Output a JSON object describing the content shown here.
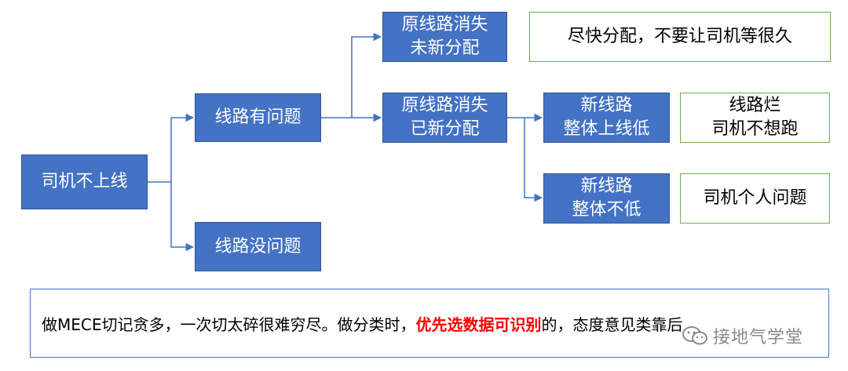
{
  "nodes": {
    "root": "司机不上线",
    "route_problem": "线路有问题",
    "route_ok": "线路没问题",
    "lost_unassigned": "原线路消失\n未新分配",
    "lost_reassigned": "原线路消失\n已新分配",
    "new_low": "新线路\n整体上线低",
    "new_not_low": "新线路\n整体不低"
  },
  "notes": {
    "assign_fast": "尽快分配，不要让司机等很久",
    "bad_route": "线路烂\n司机不想跑",
    "personal": "司机个人问题"
  },
  "summary": {
    "text_before": "做MECE切记贪多，一次切太碎很难穷尽。做分类时，",
    "highlight": "优先选数据可识别",
    "text_after": "的，态度意见类靠后"
  },
  "watermark": {
    "text": "接地气学堂",
    "icon": "wechat-icon"
  },
  "colors": {
    "node_fill": "#4472c4",
    "node_border": "#2f5597",
    "note_border": "#70ad47",
    "connector": "#4472c4",
    "highlight": "#ff0000"
  }
}
